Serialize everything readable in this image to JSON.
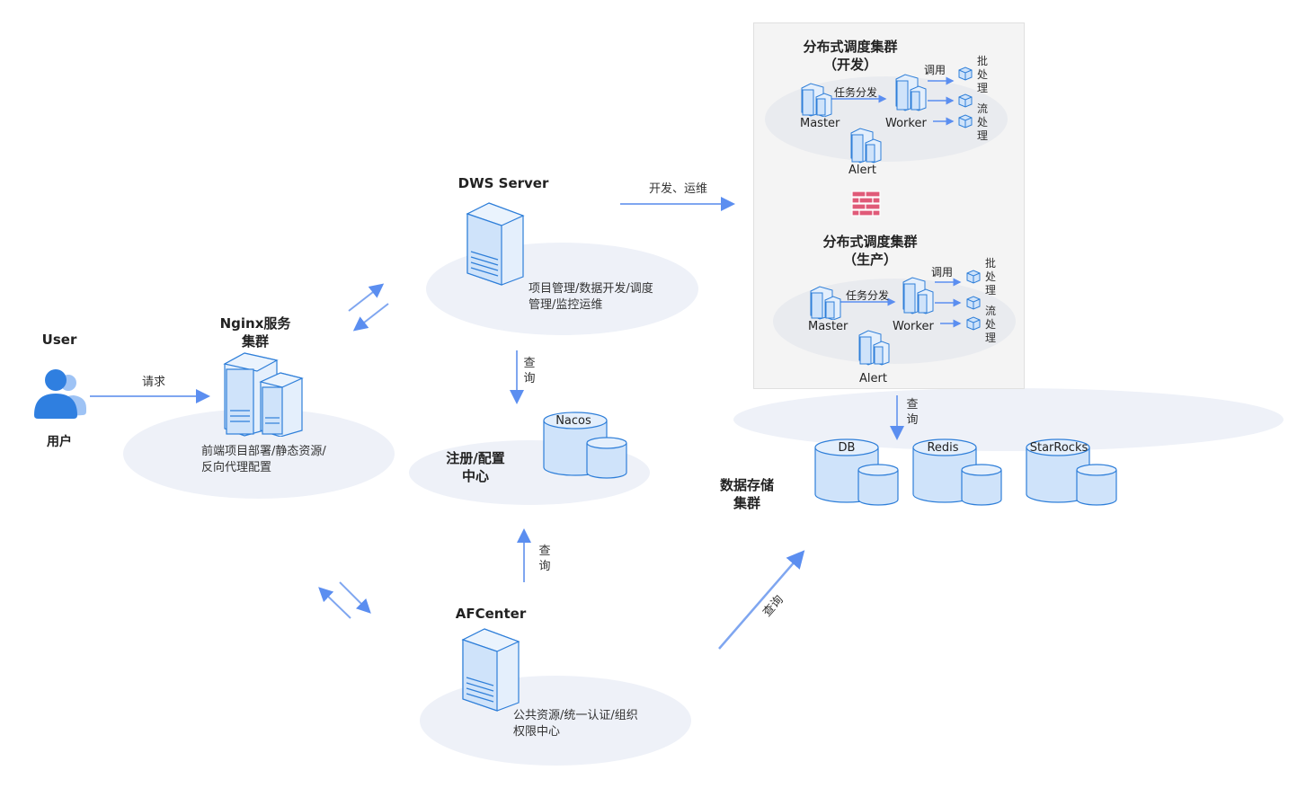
{
  "user": {
    "title": "User",
    "label": "用户"
  },
  "request_label": "请求",
  "nginx": {
    "title_line1": "Nginx服务",
    "title_line2": "集群",
    "desc_line1": "前端项目部署/静态资源/",
    "desc_line2": "反向代理配置"
  },
  "dws": {
    "title": "DWS Server",
    "desc_line1": "项目管理/数据开发/调度",
    "desc_line2": "管理/监控运维"
  },
  "dev_ops_label": "开发、运维",
  "query_label": "查询",
  "query_chars": [
    "查",
    "询"
  ],
  "registry": {
    "title_line1": "注册/配置",
    "title_line2": "中心",
    "nacos": "Nacos"
  },
  "afcenter": {
    "title": "AFCenter",
    "desc_line1": "公共资源/统一认证/组织",
    "desc_line2": "权限中心"
  },
  "storage": {
    "title_line1": "数据存储",
    "title_line2": "集群",
    "dbs": [
      "DB",
      "Redis",
      "StarRocks"
    ]
  },
  "scheduler_dev": {
    "title_line1": "分布式调度集群",
    "title_line2": "（开发）",
    "master": "Master",
    "worker": "Worker",
    "alert": "Alert",
    "dispatch": "任务分发",
    "invoke": "调用",
    "batch_chars": [
      "批",
      "处",
      "理"
    ],
    "stream_chars": [
      "流",
      "处",
      "理"
    ]
  },
  "scheduler_prod": {
    "title_line1": "分布式调度集群",
    "title_line2": "（生产）",
    "master": "Master",
    "worker": "Worker",
    "alert": "Alert",
    "dispatch": "任务分发",
    "invoke": "调用",
    "batch_chars": [
      "批",
      "处",
      "理"
    ],
    "stream_chars": [
      "流",
      "处",
      "理"
    ]
  },
  "colors": {
    "accent": "#5b8ef0",
    "icon_fill": "#cfe3fa",
    "icon_stroke": "#2f7fd9",
    "ellipse": "#eef1f8",
    "firewall": "#e05a78"
  }
}
